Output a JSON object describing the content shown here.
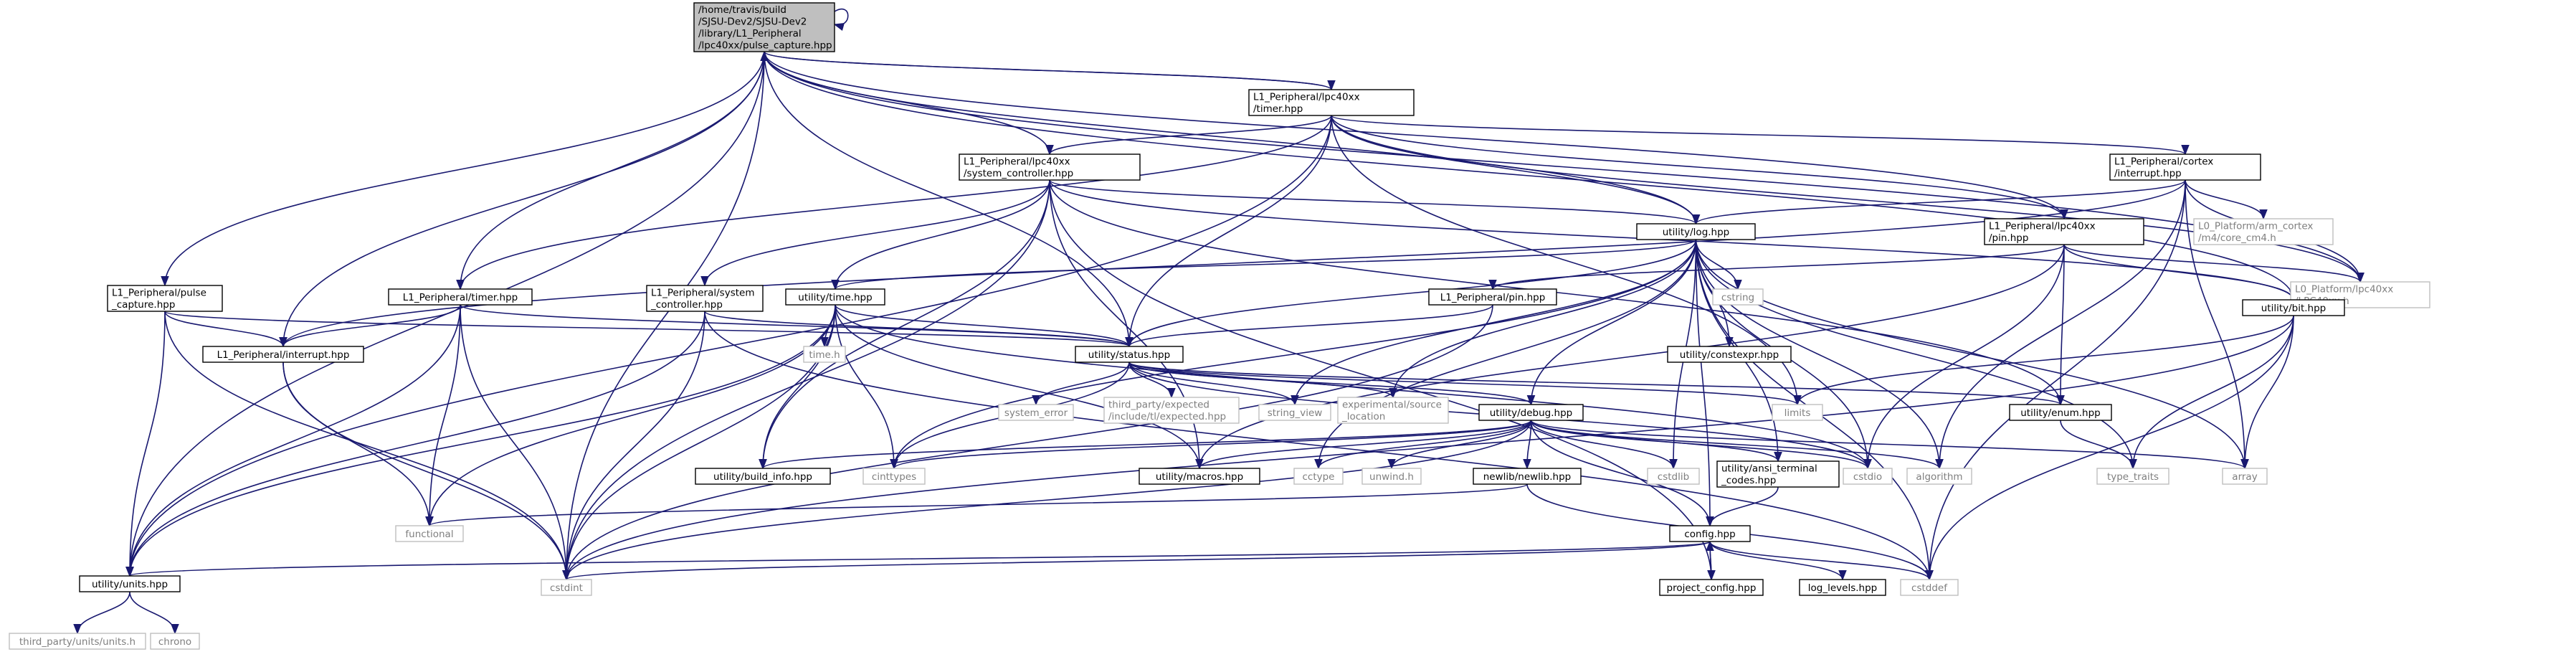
{
  "diagram": {
    "type": "include-dependency-graph",
    "colors": {
      "edge": "#191970",
      "root_fill": "#bfbfbf",
      "system_border": "#bfbfbf",
      "system_text": "#7f7f7f"
    },
    "nodes": {
      "root": {
        "lines": [
          "/home/travis/build",
          "/SJSU-Dev2/SJSU-Dev2",
          "/library/L1_Peripheral",
          "/lpc40xx/pulse_capture.hpp"
        ],
        "kind": "root"
      },
      "timer40": {
        "lines": [
          "L1_Peripheral/lpc40xx",
          "/timer.hpp"
        ],
        "kind": "local"
      },
      "sysctl40": {
        "lines": [
          "L1_Peripheral/lpc40xx",
          "/system_controller.hpp"
        ],
        "kind": "local"
      },
      "cortexint": {
        "lines": [
          "L1_Peripheral/cortex",
          "/interrupt.hpp"
        ],
        "kind": "local"
      },
      "pin40": {
        "lines": [
          "L1_Peripheral/lpc40xx",
          "/pin.hpp"
        ],
        "kind": "local"
      },
      "log": {
        "lines": [
          "utility/log.hpp"
        ],
        "kind": "local"
      },
      "armcortex": {
        "lines": [
          "L0_Platform/arm_cortex",
          "/m4/core_cm4.h"
        ],
        "kind": "sys"
      },
      "lpc40xxh": {
        "lines": [
          "L0_Platform/lpc40xx",
          "/LPC40xx.h"
        ],
        "kind": "sys"
      },
      "pulsecap": {
        "lines": [
          "L1_Peripheral/pulse",
          "_capture.hpp"
        ],
        "kind": "local"
      },
      "timer": {
        "lines": [
          "L1_Peripheral/timer.hpp"
        ],
        "kind": "local"
      },
      "sysctl": {
        "lines": [
          "L1_Peripheral/system",
          "_controller.hpp"
        ],
        "kind": "local"
      },
      "time": {
        "lines": [
          "utility/time.hpp"
        ],
        "kind": "local"
      },
      "pin": {
        "lines": [
          "L1_Peripheral/pin.hpp"
        ],
        "kind": "local"
      },
      "cstring": {
        "lines": [
          "cstring"
        ],
        "kind": "sys"
      },
      "bit": {
        "lines": [
          "utility/bit.hpp"
        ],
        "kind": "local"
      },
      "interrupt": {
        "lines": [
          "L1_Peripheral/interrupt.hpp"
        ],
        "kind": "local"
      },
      "status": {
        "lines": [
          "utility/status.hpp"
        ],
        "kind": "local"
      },
      "timeh": {
        "lines": [
          "time.h"
        ],
        "kind": "sys"
      },
      "constexpr": {
        "lines": [
          "utility/constexpr.hpp"
        ],
        "kind": "local"
      },
      "system_error": {
        "lines": [
          "system_error"
        ],
        "kind": "sys"
      },
      "expected": {
        "lines": [
          "third_party/expected",
          "/include/tl/expected.hpp"
        ],
        "kind": "sys"
      },
      "string_view": {
        "lines": [
          "string_view"
        ],
        "kind": "sys"
      },
      "source_loc": {
        "lines": [
          "experimental/source",
          "_location"
        ],
        "kind": "sys"
      },
      "limits": {
        "lines": [
          "limits"
        ],
        "kind": "sys"
      },
      "enum": {
        "lines": [
          "utility/enum.hpp"
        ],
        "kind": "local"
      },
      "debug": {
        "lines": [
          "utility/debug.hpp"
        ],
        "kind": "local"
      },
      "build_info": {
        "lines": [
          "utility/build_info.hpp"
        ],
        "kind": "local"
      },
      "cinttypes": {
        "lines": [
          "cinttypes"
        ],
        "kind": "sys"
      },
      "macros": {
        "lines": [
          "utility/macros.hpp"
        ],
        "kind": "local"
      },
      "cctype": {
        "lines": [
          "cctype"
        ],
        "kind": "sys"
      },
      "unwind": {
        "lines": [
          "unwind.h"
        ],
        "kind": "sys"
      },
      "newlib": {
        "lines": [
          "newlib/newlib.hpp"
        ],
        "kind": "local"
      },
      "cstdlib": {
        "lines": [
          "cstdlib"
        ],
        "kind": "sys"
      },
      "ansi": {
        "lines": [
          "utility/ansi_terminal",
          "_codes.hpp"
        ],
        "kind": "local"
      },
      "cstdio": {
        "lines": [
          "cstdio"
        ],
        "kind": "sys"
      },
      "algorithm": {
        "lines": [
          "algorithm"
        ],
        "kind": "sys"
      },
      "type_traits": {
        "lines": [
          "type_traits"
        ],
        "kind": "sys"
      },
      "array": {
        "lines": [
          "array"
        ],
        "kind": "sys"
      },
      "functional": {
        "lines": [
          "functional"
        ],
        "kind": "sys"
      },
      "config": {
        "lines": [
          "config.hpp"
        ],
        "kind": "local"
      },
      "units": {
        "lines": [
          "utility/units.hpp"
        ],
        "kind": "local"
      },
      "cstdint": {
        "lines": [
          "cstdint"
        ],
        "kind": "sys"
      },
      "project_config": {
        "lines": [
          "project_config.hpp"
        ],
        "kind": "local"
      },
      "log_levels": {
        "lines": [
          "log_levels.hpp"
        ],
        "kind": "local"
      },
      "cstddef": {
        "lines": [
          "cstddef"
        ],
        "kind": "sys"
      },
      "units_h": {
        "lines": [
          "third_party/units/units.h"
        ],
        "kind": "sys"
      },
      "chrono": {
        "lines": [
          "chrono"
        ],
        "kind": "sys"
      }
    },
    "edges": [
      [
        "root",
        "root"
      ],
      [
        "root",
        "timer40"
      ],
      [
        "root",
        "sysctl40"
      ],
      [
        "root",
        "log"
      ],
      [
        "root",
        "pin40"
      ],
      [
        "root",
        "lpc40xxh"
      ],
      [
        "root",
        "bit"
      ],
      [
        "root",
        "pulsecap"
      ],
      [
        "root",
        "timer"
      ],
      [
        "root",
        "interrupt"
      ],
      [
        "root",
        "status"
      ],
      [
        "root",
        "units"
      ],
      [
        "root",
        "cstdint"
      ],
      [
        "timer40",
        "root"
      ],
      [
        "timer40",
        "sysctl40"
      ],
      [
        "timer40",
        "cortexint"
      ],
      [
        "timer40",
        "pin40"
      ],
      [
        "timer40",
        "log"
      ],
      [
        "timer40",
        "lpc40xxh"
      ],
      [
        "timer40",
        "timer"
      ],
      [
        "timer40",
        "status"
      ],
      [
        "timer40",
        "units"
      ],
      [
        "timer40",
        "limits"
      ],
      [
        "sysctl40",
        "log"
      ],
      [
        "sysctl40",
        "sysctl"
      ],
      [
        "sysctl40",
        "time"
      ],
      [
        "sysctl40",
        "bit"
      ],
      [
        "sysctl40",
        "enum"
      ],
      [
        "sysctl40",
        "macros"
      ],
      [
        "sysctl40",
        "build_info"
      ],
      [
        "sysctl40",
        "project_config"
      ],
      [
        "sysctl40",
        "cstdint"
      ],
      [
        "cortexint",
        "log"
      ],
      [
        "cortexint",
        "interrupt"
      ],
      [
        "cortexint",
        "armcortex"
      ],
      [
        "cortexint",
        "lpc40xxh"
      ],
      [
        "cortexint",
        "array"
      ],
      [
        "cortexint",
        "algorithm"
      ],
      [
        "cortexint",
        "cstddef"
      ],
      [
        "pin40",
        "pin"
      ],
      [
        "pin40",
        "bit"
      ],
      [
        "pin40",
        "enum"
      ],
      [
        "pin40",
        "lpc40xxh"
      ],
      [
        "pin40",
        "cstdio"
      ],
      [
        "pin40",
        "macros"
      ],
      [
        "log",
        "time"
      ],
      [
        "log",
        "status"
      ],
      [
        "log",
        "constexpr"
      ],
      [
        "log",
        "cstring"
      ],
      [
        "log",
        "debug"
      ],
      [
        "log",
        "ansi"
      ],
      [
        "log",
        "config"
      ],
      [
        "log",
        "cstdio"
      ],
      [
        "log",
        "cstdlib"
      ],
      [
        "log",
        "algorithm"
      ],
      [
        "log",
        "array"
      ],
      [
        "log",
        "type_traits"
      ],
      [
        "log",
        "string_view"
      ],
      [
        "log",
        "source_loc"
      ],
      [
        "log",
        "cinttypes"
      ],
      [
        "log",
        "cctype"
      ],
      [
        "log",
        "cstddef"
      ],
      [
        "pulsecap",
        "interrupt"
      ],
      [
        "pulsecap",
        "status"
      ],
      [
        "pulsecap",
        "units"
      ],
      [
        "pulsecap",
        "cstdint"
      ],
      [
        "timer",
        "interrupt"
      ],
      [
        "timer",
        "status"
      ],
      [
        "timer",
        "units"
      ],
      [
        "timer",
        "functional"
      ],
      [
        "timer",
        "cstdint"
      ],
      [
        "sysctl",
        "status"
      ],
      [
        "sysctl",
        "units"
      ],
      [
        "sysctl",
        "cstdint"
      ],
      [
        "sysctl",
        "cstddef"
      ],
      [
        "time",
        "status"
      ],
      [
        "time",
        "timeh"
      ],
      [
        "time",
        "cinttypes"
      ],
      [
        "time",
        "functional"
      ],
      [
        "time",
        "units"
      ],
      [
        "time",
        "cstdint"
      ],
      [
        "time",
        "build_info"
      ],
      [
        "time",
        "macros"
      ],
      [
        "time",
        "cstdio"
      ],
      [
        "pin",
        "status"
      ],
      [
        "pin",
        "cstdint"
      ],
      [
        "bit",
        "limits"
      ],
      [
        "bit",
        "array"
      ],
      [
        "bit",
        "type_traits"
      ],
      [
        "bit",
        "cstdint"
      ],
      [
        "bit",
        "cstddef"
      ],
      [
        "interrupt",
        "functional"
      ],
      [
        "interrupt",
        "cstdint"
      ],
      [
        "status",
        "system_error"
      ],
      [
        "status",
        "expected"
      ],
      [
        "status",
        "string_view"
      ],
      [
        "status",
        "source_loc"
      ],
      [
        "status",
        "limits"
      ],
      [
        "status",
        "enum"
      ],
      [
        "status",
        "debug"
      ],
      [
        "status",
        "cinttypes"
      ],
      [
        "status",
        "cstdio"
      ],
      [
        "enum",
        "type_traits"
      ],
      [
        "debug",
        "build_info"
      ],
      [
        "debug",
        "cinttypes"
      ],
      [
        "debug",
        "macros"
      ],
      [
        "debug",
        "cctype"
      ],
      [
        "debug",
        "unwind"
      ],
      [
        "debug",
        "newlib"
      ],
      [
        "debug",
        "cstdlib"
      ],
      [
        "debug",
        "ansi"
      ],
      [
        "debug",
        "cstdio"
      ],
      [
        "debug",
        "algorithm"
      ],
      [
        "debug",
        "array"
      ],
      [
        "debug",
        "config"
      ],
      [
        "debug",
        "cstdint"
      ],
      [
        "newlib",
        "functional"
      ],
      [
        "newlib",
        "cstddef"
      ],
      [
        "ansi",
        "config"
      ],
      [
        "config",
        "project_config"
      ],
      [
        "config",
        "log_levels"
      ],
      [
        "config",
        "units"
      ],
      [
        "config",
        "cstdint"
      ],
      [
        "config",
        "cstddef"
      ],
      [
        "project_config",
        "config"
      ],
      [
        "units",
        "units_h"
      ],
      [
        "units",
        "chrono"
      ]
    ]
  }
}
